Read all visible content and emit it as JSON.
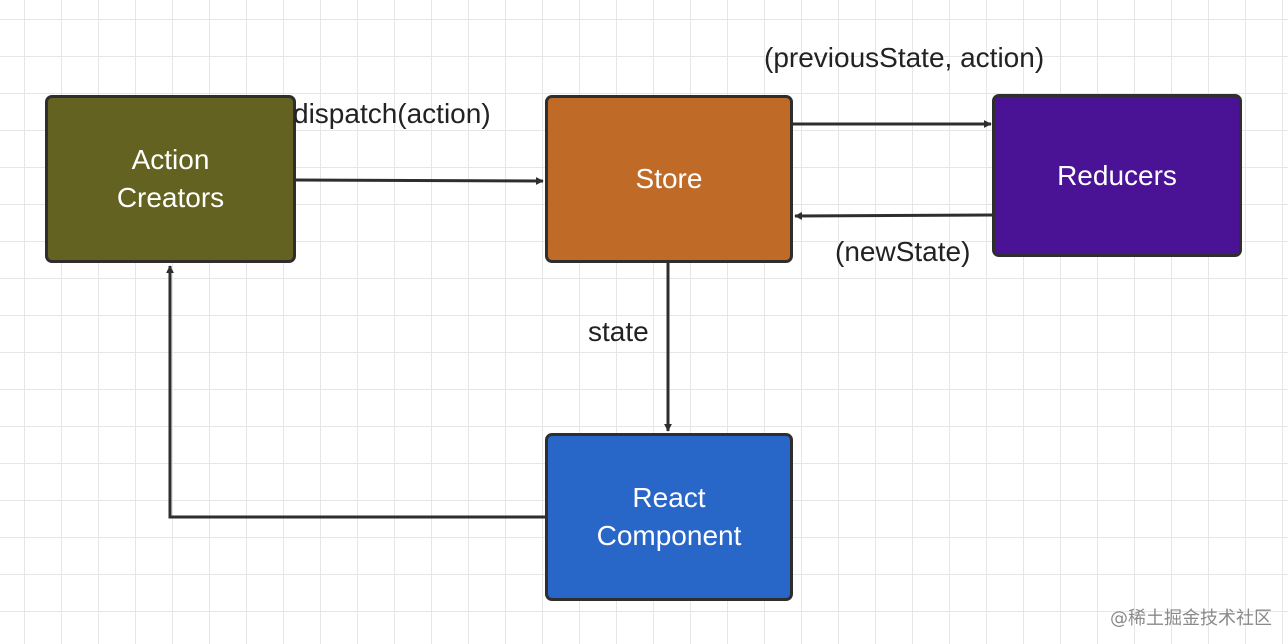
{
  "nodes": {
    "action_creators": {
      "line1": "Action",
      "line2": "Creators",
      "color": "#636220"
    },
    "store": {
      "label": "Store",
      "color": "#c06a28"
    },
    "reducers": {
      "label": "Reducers",
      "color": "#4a1294"
    },
    "react_component": {
      "line1": "React",
      "line2": "Component",
      "color": "#2866c8"
    }
  },
  "edges": {
    "dispatch": "dispatch(action)",
    "to_reducers": "(previousState, action)",
    "from_reducers": "(newState)",
    "state": "state"
  },
  "watermark": "@稀土掘金技术社区"
}
